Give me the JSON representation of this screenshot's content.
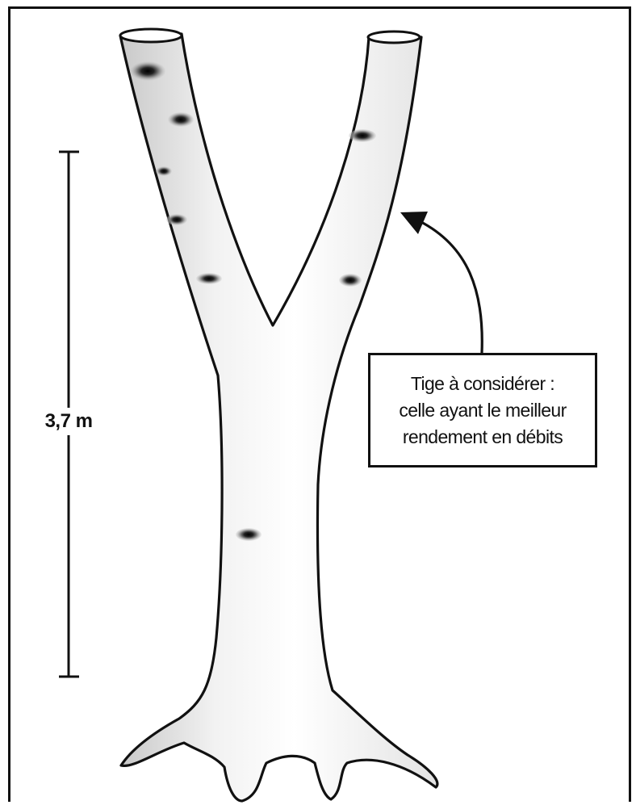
{
  "measurement": {
    "label": "3,7 m"
  },
  "callout": {
    "lines": [
      "Tige à considérer :",
      "celle ayant le meilleur",
      "rendement en débits"
    ]
  },
  "colors": {
    "outline": "#111111",
    "trunk_fill_light": "#ffffff",
    "trunk_fill_shade": "#d4d4d4",
    "knot_dark": "#111111",
    "knot_halo": "#a8a8a8"
  }
}
